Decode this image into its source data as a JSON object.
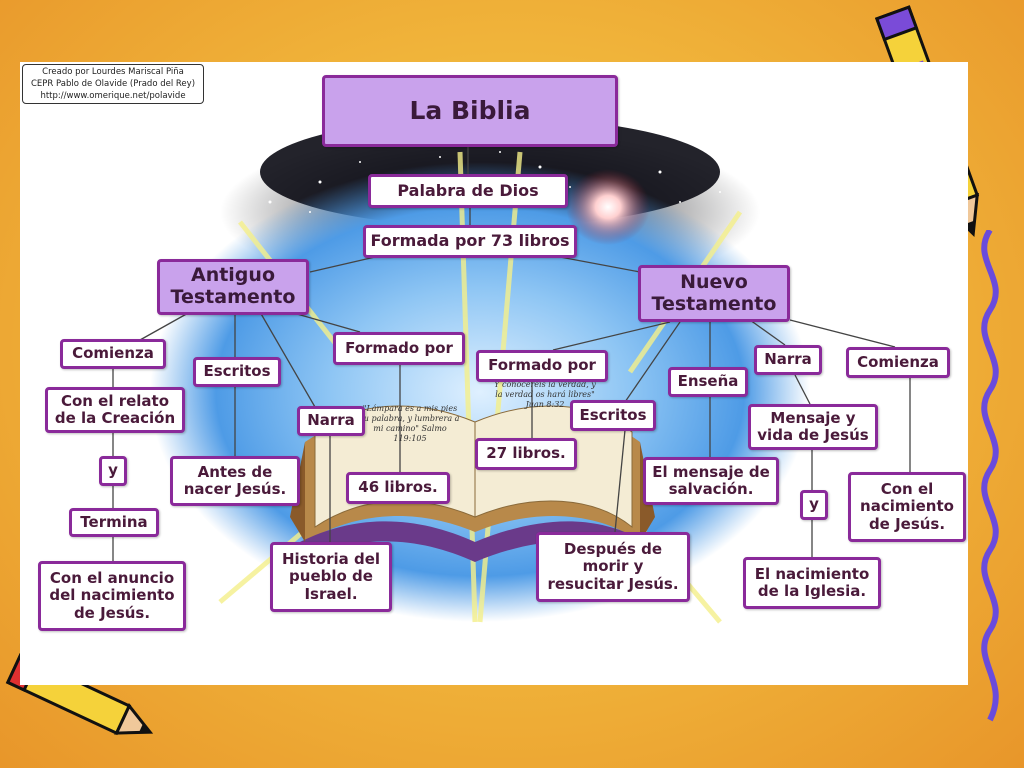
{
  "credit": {
    "line1": "Creado por Lourdes Mariscal Piña",
    "line2": "CEPR Pablo de Olavide (Prado del Rey)",
    "line3": "http://www.omerique.net/polavide"
  },
  "nodes": {
    "title": "La Biblia",
    "palabra": "Palabra de Dios",
    "formada": "Formada por 73 libros",
    "antiguo": "Antiguo Testamento",
    "nuevo": "Nuevo Testamento",
    "at_comienza": "Comienza",
    "at_relato": "Con el relato de la Creación",
    "at_y": "y",
    "at_termina": "Termina",
    "at_anuncio": "Con el anuncio del nacimiento de Jesús.",
    "at_escritos": "Escritos",
    "at_antes": "Antes de nacer Jesús.",
    "at_narra": "Narra",
    "at_historia": "Historia del pueblo de Israel.",
    "at_formado": "Formado por",
    "at_46": "46 libros.",
    "nt_formado": "Formado por",
    "nt_27": "27 libros.",
    "nt_escritos": "Escritos",
    "nt_despues": "Después de morir y resucitar Jesús.",
    "nt_ensena": "Enseña",
    "nt_mensaje": "El mensaje de salvación.",
    "nt_narra": "Narra",
    "nt_vida": "Mensaje y vida de Jesús",
    "nt_y": "y",
    "nt_iglesia": "El nacimiento de la Iglesia.",
    "nt_comienza": "Comienza",
    "nt_nacimiento": "Con el nacimiento de Jesús."
  },
  "verses": {
    "left": "\"Lámpara es a mis pies tu palabra, y lumbrera a mi camino\" Salmo 119:105",
    "right": "Y conoceréis la verdad, y la verdad os hará libres\" Juan 8:32"
  },
  "colors": {
    "border": "#8a2a9a",
    "purple_fill": "#c9a2ec",
    "text": "#4a1a3a",
    "background": "#f1b73c"
  }
}
